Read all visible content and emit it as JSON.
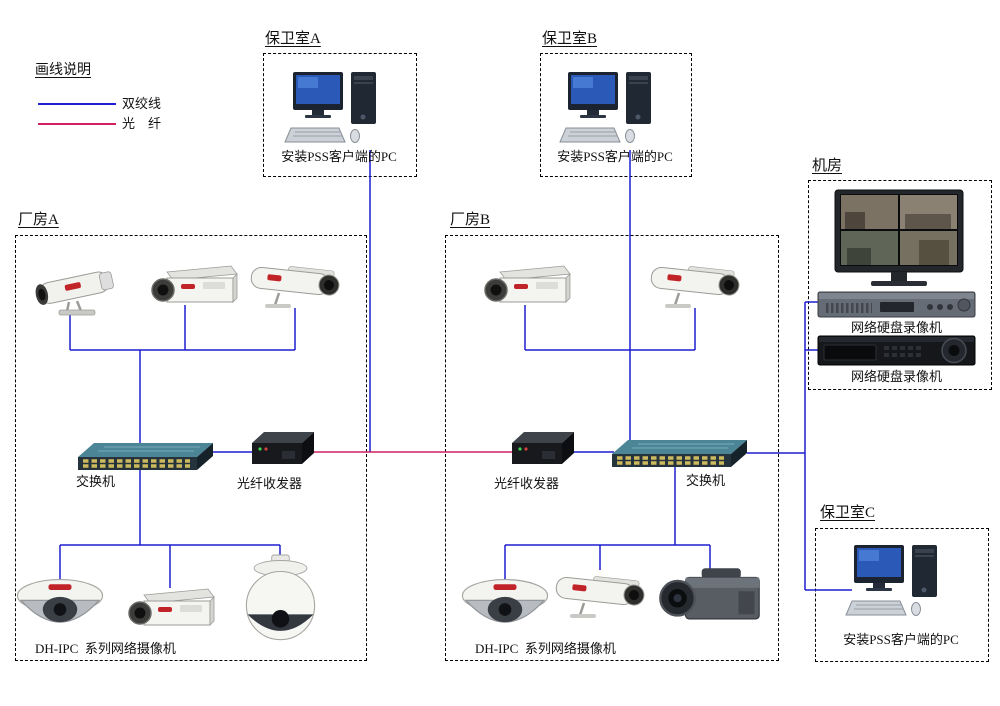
{
  "diagram": {
    "legend": {
      "title": "画线说明",
      "items": [
        {
          "name": "twisted-pair",
          "label": "双绞线"
        },
        {
          "name": "fiber",
          "label": "光    纤"
        }
      ]
    },
    "colors": {
      "twisted_pair": "#1f1fd0",
      "fiber": "#d02060"
    },
    "zones": {
      "guard_a": {
        "title": "保卫室A",
        "pc_label": "安装PSS客户端的PC"
      },
      "guard_b": {
        "title": "保卫室B",
        "pc_label": "安装PSS客户端的PC"
      },
      "guard_c": {
        "title": "保卫室C",
        "pc_label": "安装PSS客户端的PC"
      },
      "server_room": {
        "title": "机房",
        "nvr1_label": "网络硬盘录像机",
        "nvr2_label": "网络硬盘录像机"
      },
      "factory_a": {
        "title": "厂房A",
        "switch_label": "交换机",
        "transceiver_label": "光纤收发器",
        "cameras_label": "DH-IPC  系列网络摄像机"
      },
      "factory_b": {
        "title": "厂房B",
        "switch_label": "交换机",
        "transceiver_label": "光纤收发器",
        "cameras_label": "DH-IPC  系列网络摄像机"
      }
    }
  }
}
